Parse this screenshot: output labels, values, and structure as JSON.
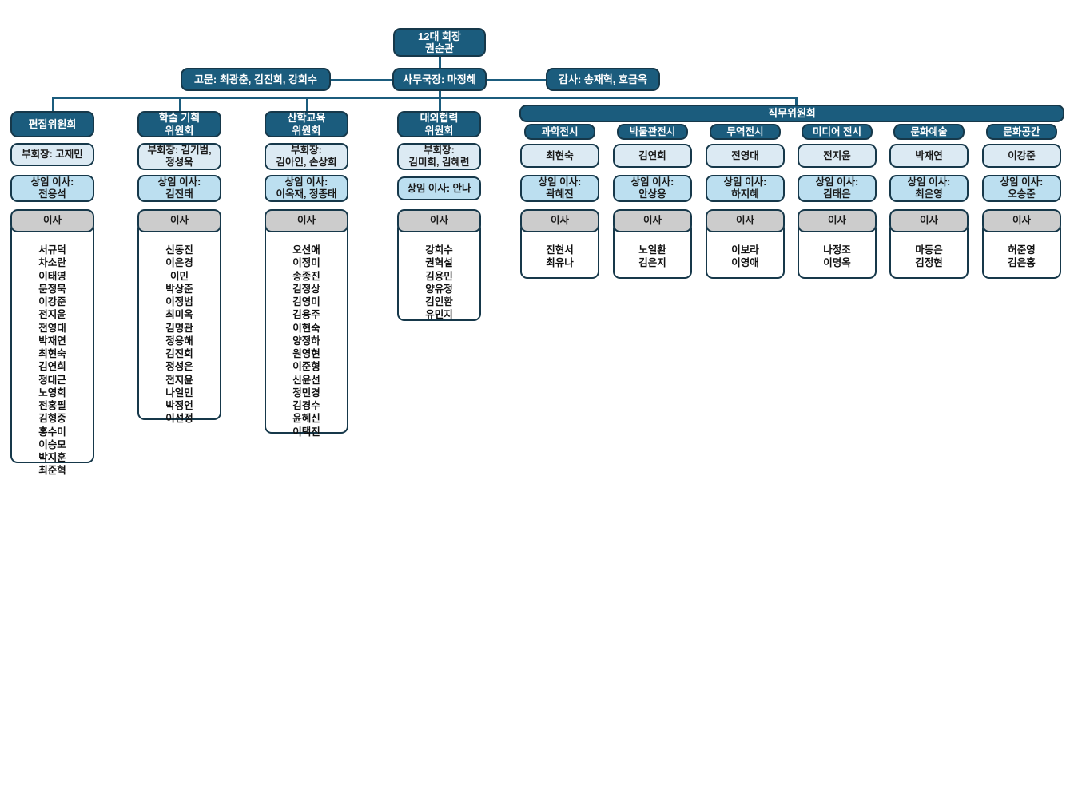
{
  "title": "조직도",
  "top": {
    "president": "12대 회장\n권순관",
    "advisors": "고문: 최광춘, 김진희, 강희수",
    "secretary_general": "사무국장: 마정혜",
    "auditors": "감사: 송재혁, 호금옥"
  },
  "labels": {
    "directors_header": "이사",
    "task_committee_banner": "직무위원회"
  },
  "colors": {
    "dark_teal": "#1b5c7d",
    "border": "#16384a",
    "pale_blue": "#dceaf3",
    "light_blue": "#bcdff0",
    "gray": "#cccccc",
    "white": "#ffffff"
  },
  "committees": [
    {
      "name": "편집위원회",
      "vice_chair": "부회장: 고재민",
      "standing_director": "상임 이사:\n전용석",
      "directors_header": "이사",
      "directors": "서규덕\n차소란\n이태영\n문정묵\n이강준\n전지윤\n전영대\n박재연\n최현숙\n김연희\n정대근\n노영희\n전홍필\n김형중\n홍수미\n이승모\n박지훈\n최준혁"
    },
    {
      "name": "학술 기획\n위원회",
      "vice_chair": "부회장: 김기범,\n정성욱",
      "standing_director": "상임 이사:\n김진태",
      "directors_header": "이사",
      "directors": "신동진\n이은경\n이민\n박상준\n이정범\n최미옥\n김명관\n정용해\n김진희\n정성은\n전지윤\n나일민\n박정언\n이선정"
    },
    {
      "name": "산학교육\n위원회",
      "vice_chair": "부회장:\n김아인, 손상희",
      "standing_director": "상임 이사:\n이옥재, 정종태",
      "directors_header": "이사",
      "directors": "오선애\n이정미\n송종진\n김정상\n김영미\n김용주\n이현숙\n양정하\n원영현\n이준형\n신윤선\n정민경\n김경수\n윤혜신\n이택진"
    },
    {
      "name": "대외협력\n위원회",
      "vice_chair": "부회장:\n김미희, 김혜련",
      "standing_director": "상임 이사: 안나",
      "directors_header": "이사",
      "directors": "강희수\n권혁설\n김용민\n양유정\n김인환\n유민지"
    }
  ],
  "task_committee": {
    "banner": "직무위원회",
    "columns": [
      {
        "name": "과학전시",
        "chair": "최현숙",
        "standing_director": "상임 이사:\n곽혜진",
        "directors_header": "이사",
        "directors": "진현서\n최유나"
      },
      {
        "name": "박물관전시",
        "chair": "김연희",
        "standing_director": "상임 이사:\n안상용",
        "directors_header": "이사",
        "directors": "노일환\n김은지"
      },
      {
        "name": "무역전시",
        "chair": "전영대",
        "standing_director": "상임 이사:\n하지혜",
        "directors_header": "이사",
        "directors": "이보라\n이영애"
      },
      {
        "name": "미디어 전시",
        "chair": "전지윤",
        "standing_director": "상임 이사:\n김태은",
        "directors_header": "이사",
        "directors": "나정조\n이명옥"
      },
      {
        "name": "문화예술",
        "chair": "박재연",
        "standing_director": "상임 이사:\n최은영",
        "directors_header": "이사",
        "directors": "마동은\n김정현"
      },
      {
        "name": "문화공간",
        "chair": "이강준",
        "standing_director": "상임 이사:\n오승준",
        "directors_header": "이사",
        "directors": "허준영\n김은홍"
      }
    ]
  }
}
